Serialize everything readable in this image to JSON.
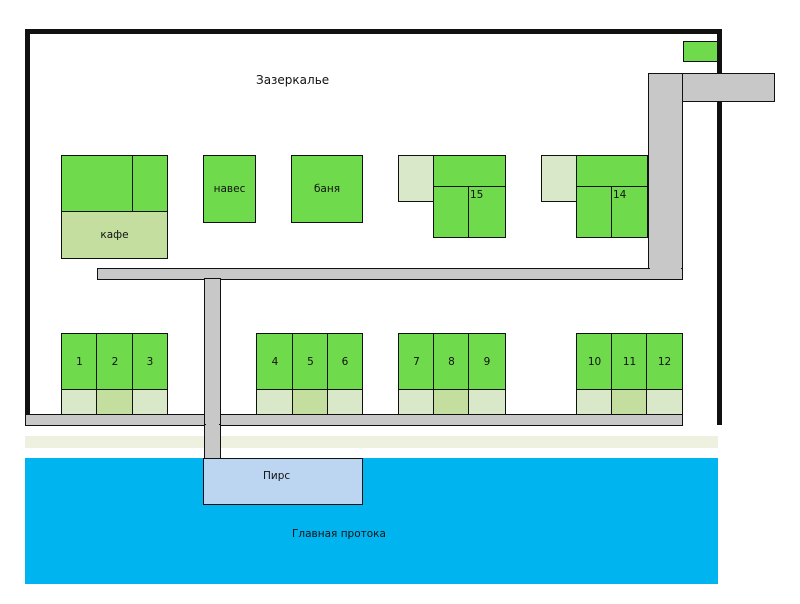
{
  "map": {
    "title": "Зазеркалье",
    "cafe_label": "кафе",
    "canopy_label": "навес",
    "bath_label": "баня",
    "pier_label": "Пирс",
    "river_label": "Главная протока",
    "cottage_15": "15",
    "cottage_14": "14",
    "plots": [
      "1",
      "2",
      "3",
      "4",
      "5",
      "6",
      "7",
      "8",
      "9",
      "10",
      "11",
      "12"
    ]
  },
  "colors": {
    "building": "#6fda4b",
    "terrace": "#c3de9f",
    "road": "#c8c8c8",
    "water": "#00b4ef",
    "pier": "#bcd6f2",
    "shore": "#eef0e0"
  }
}
